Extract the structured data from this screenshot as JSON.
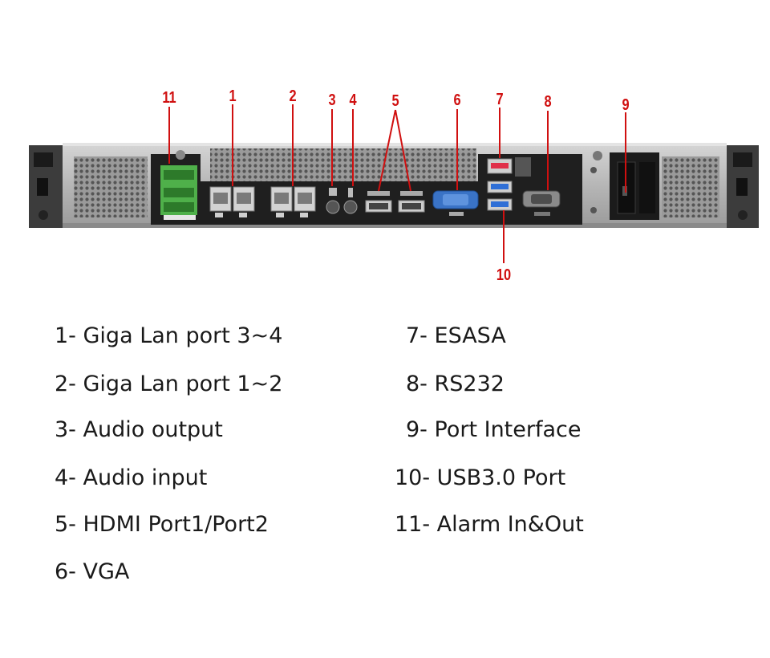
{
  "diagram": {
    "callouts": [
      "11",
      "1",
      "2",
      "3",
      "4",
      "5",
      "6",
      "7",
      "8",
      "9",
      "10"
    ],
    "legend": {
      "left": [
        "1- Giga Lan port 3~4",
        "2- Giga Lan port 1~2",
        "3- Audio output",
        "4- Audio input",
        "5- HDMI Port1/Port2",
        "6- VGA"
      ],
      "right": [
        "7- ESASA",
        "8- RS232",
        "9- Port Interface",
        "10- USB3.0 Port",
        "11- Alarm In&Out"
      ]
    }
  },
  "colors": {
    "callout": "#d01010",
    "chassis": "#b9b9b9",
    "panel": "#222222",
    "terminal": "#4fb04a",
    "usb": "#2f6fd6",
    "vga": "#3a73c6",
    "esata": "#e0304a"
  }
}
